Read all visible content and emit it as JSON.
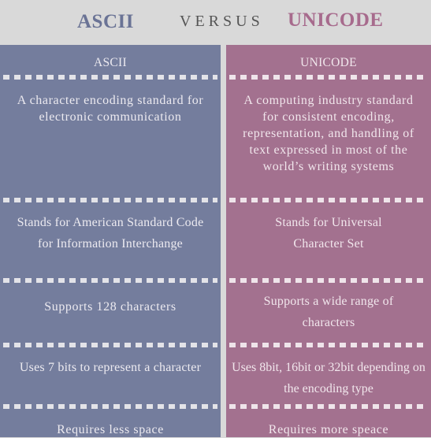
{
  "header": {
    "left": "ASCII",
    "middle": "VERSUS",
    "right": "UNICODE"
  },
  "ascii": {
    "title": "ASCII",
    "rows": [
      "A character encoding standard for electronic communication",
      "Stands for American Standard Code for Information Interchange",
      "Supports 128 characters",
      "Uses 7 bits to represent a character",
      "Requires less space"
    ]
  },
  "unicode": {
    "title": "UNICODE",
    "rows": [
      "A computing industry standard for consistent encoding, representation, and handling of text expressed in most of the world’s writing systems",
      "Stands for Universal Character Set",
      "Supports a wide range of characters",
      "Uses 8bit, 16bit or 32bit depending on the encoding type",
      "Requires more speace"
    ]
  },
  "colors": {
    "ascii": "#747d9d",
    "unicode": "#a3718f",
    "background": "#d9d9d9"
  }
}
